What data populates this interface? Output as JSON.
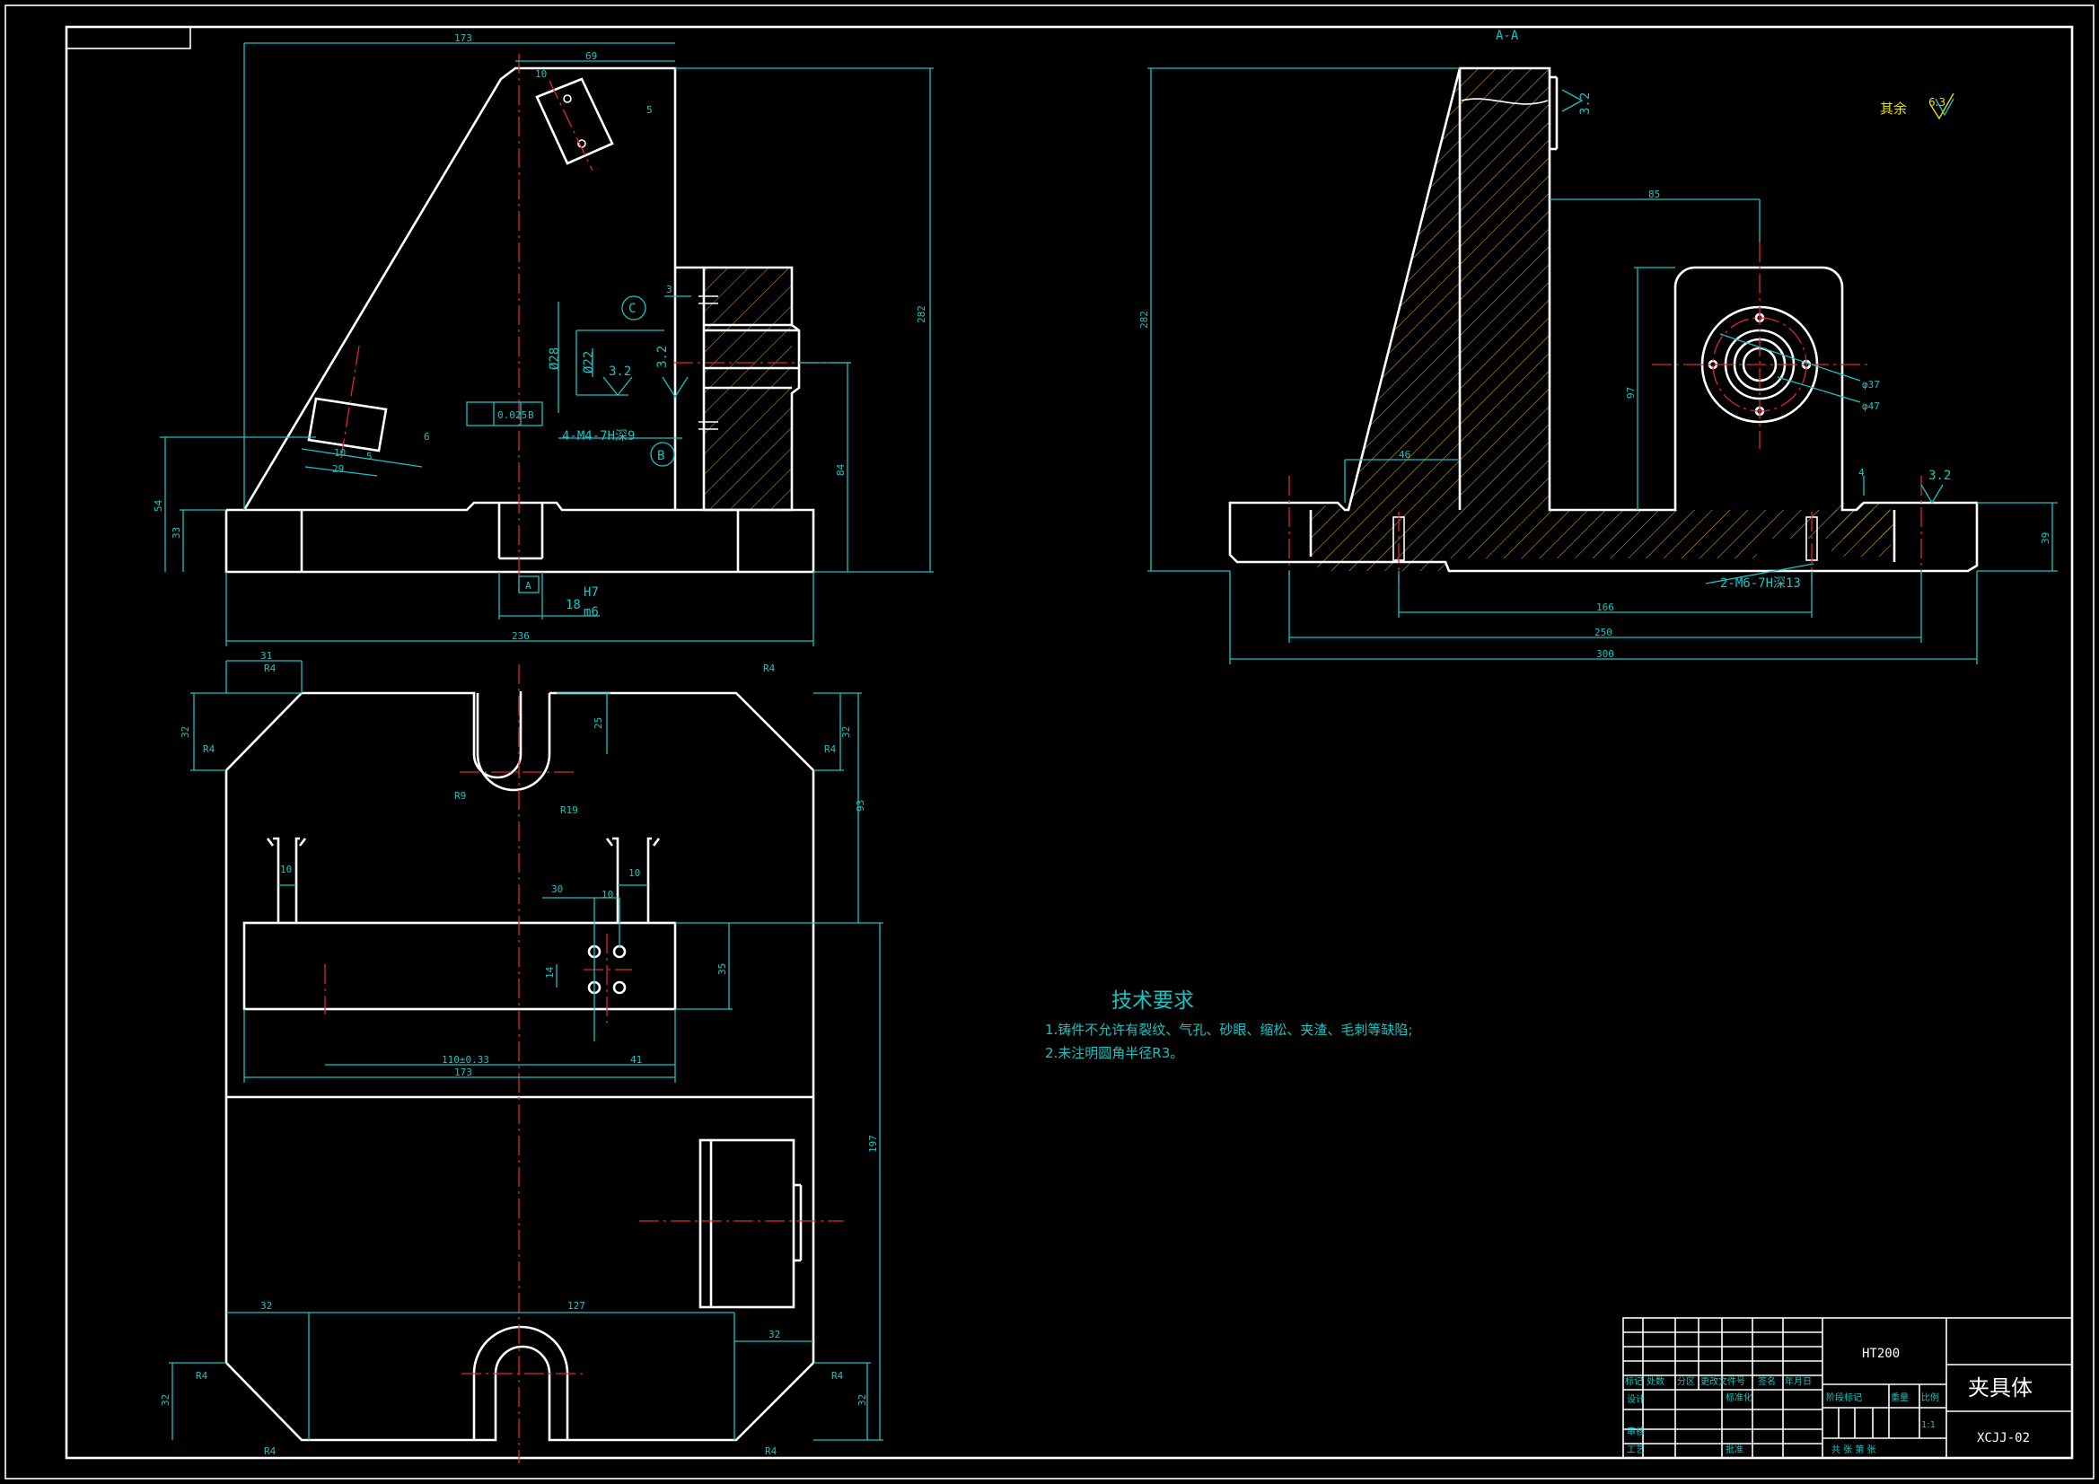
{
  "section_label": "A-A",
  "roughness_note": {
    "label": "其余",
    "value": "6.3"
  },
  "tech_requirements": {
    "title": "技术要求",
    "items": [
      "1.铸件不允许有裂纹、气孔、砂眼、缩松、夹渣、毛刺等缺陷;",
      "2.未注明圆角半径R3。"
    ]
  },
  "title_block": {
    "material": "HT200",
    "part_name": "夹具体",
    "drawing_no": "XCJJ-02",
    "scale": "1:1",
    "header_labels": [
      "标记",
      "处数",
      "分区",
      "更改文件号",
      "签名",
      "年月日"
    ],
    "row_labels": [
      "设计",
      "审核",
      "工艺"
    ],
    "mid_labels": [
      "标准化",
      "批准"
    ],
    "right_labels": [
      "阶段标记",
      "重量",
      "比例"
    ],
    "footer": "共 张 第 张"
  },
  "front_view": {
    "dims": [
      "173",
      "69",
      "10",
      "5",
      "282",
      "C",
      "Ø28",
      "Ø22",
      "3.2",
      "3.2",
      "3",
      "0.025",
      "B",
      "4-M4-7H深9",
      "B",
      "84",
      "54",
      "33",
      "10",
      "5",
      "29",
      "6",
      "A",
      "18",
      "H7",
      "m6",
      "236"
    ]
  },
  "top_view": {
    "dims": [
      "31",
      "R4",
      "R4",
      "32",
      "R4",
      "25",
      "R9",
      "R19",
      "R4",
      "32",
      "93",
      "10",
      "30",
      "10",
      "10",
      "14",
      "35",
      "110±0.33",
      "41",
      "173",
      "197",
      "32",
      "127",
      "32",
      "R4",
      "32",
      "R4",
      "32",
      "R4",
      "R4"
    ]
  },
  "section_view": {
    "dims": [
      "3.2",
      "85",
      "282",
      "97",
      "φ37",
      "φ47",
      "46",
      "4",
      "3.2",
      "39",
      "2-M6-7H深13",
      "166",
      "250",
      "300"
    ]
  }
}
